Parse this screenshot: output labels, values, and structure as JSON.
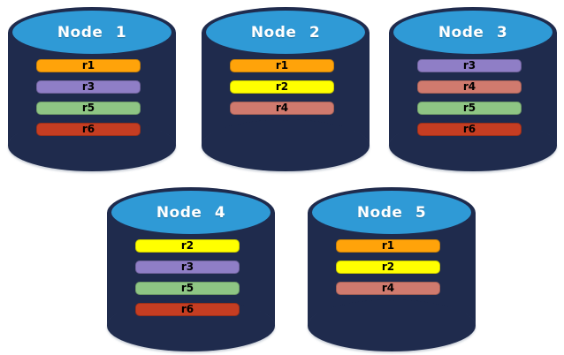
{
  "colors": {
    "canvas_background": "#FFFFFF",
    "cylinder_body": "#1F2B4D",
    "cylinder_top_face": "#2F9AD6",
    "node_label_text": "#FFFFFF",
    "partition_label_text": "#000000",
    "region_colors": {
      "r1": "#FFA30A",
      "r2": "#FFFF00",
      "r3": "#8F7EC6",
      "r4": "#D07A6E",
      "r5": "#8EC584",
      "r6": "#C53D22"
    }
  },
  "nodes": [
    {
      "label": "Node 1",
      "regions": [
        "r1",
        "r3",
        "r5",
        "r6"
      ]
    },
    {
      "label": "Node 2",
      "regions": [
        "r1",
        "r2",
        "r4"
      ]
    },
    {
      "label": "Node 3",
      "regions": [
        "r3",
        "r4",
        "r5",
        "r6"
      ]
    },
    {
      "label": "Node 4",
      "regions": [
        "r2",
        "r3",
        "r5",
        "r6"
      ]
    },
    {
      "label": "Node 5",
      "regions": [
        "r1",
        "r2",
        "r4"
      ]
    }
  ]
}
